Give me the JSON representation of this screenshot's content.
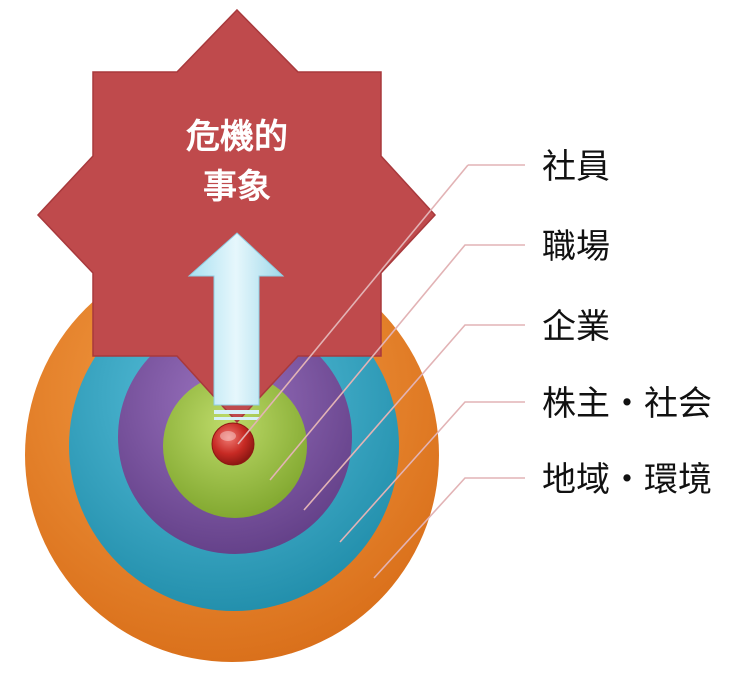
{
  "diagram": {
    "center_label_line1": "危機的",
    "center_label_line2": "事象",
    "layers": [
      {
        "label": "社員",
        "color": "#c0302a"
      },
      {
        "label": "職場",
        "color": "#8db33a"
      },
      {
        "label": "企業",
        "color": "#7a4f9e"
      },
      {
        "label": "株主・社会",
        "color": "#2fa3c2"
      },
      {
        "label": "地域・環境",
        "color": "#e9812a"
      }
    ],
    "star_color": "#bf4a4c",
    "arrow_color": "#bfe9f5",
    "leader_color": "#e2b3b5"
  }
}
